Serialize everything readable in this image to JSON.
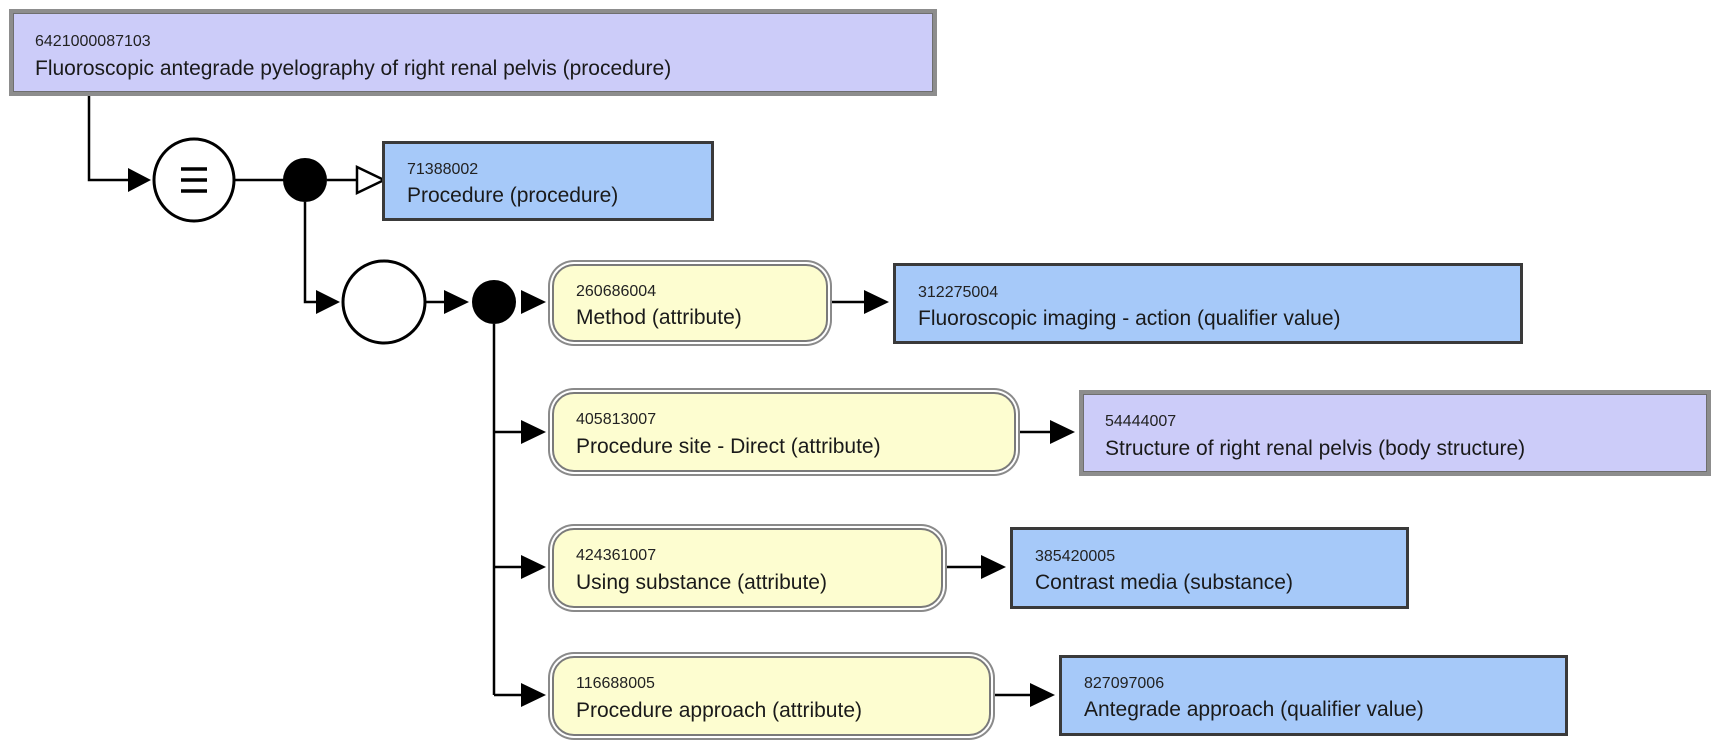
{
  "diagram": {
    "focus_concept": {
      "sctid": "6421000087103",
      "label": "Fluoroscopic antegrade pyelography of right renal pelvis (procedure)",
      "kind": "defined",
      "color": "#ccccf9"
    },
    "definition_status_symbol": "equivalent-to",
    "parent": {
      "sctid": "71388002",
      "label": "Procedure (procedure)",
      "kind": "primitive",
      "color": "#a6c9f9"
    },
    "group_symbol": "attribute-group",
    "attributes": [
      {
        "attribute": {
          "sctid": "260686004",
          "label": "Method (attribute)"
        },
        "value": {
          "sctid": "312275004",
          "label": "Fluoroscopic imaging - action (qualifier value)",
          "kind": "primitive"
        }
      },
      {
        "attribute": {
          "sctid": "405813007",
          "label": "Procedure site - Direct (attribute)"
        },
        "value": {
          "sctid": "54444007",
          "label": "Structure of right renal pelvis (body structure)",
          "kind": "defined"
        }
      },
      {
        "attribute": {
          "sctid": "424361007",
          "label": "Using substance (attribute)"
        },
        "value": {
          "sctid": "385420005",
          "label": "Contrast media (substance)",
          "kind": "primitive"
        }
      },
      {
        "attribute": {
          "sctid": "116688005",
          "label": "Procedure approach (attribute)"
        },
        "value": {
          "sctid": "827097006",
          "label": "Antegrade approach (qualifier value)",
          "kind": "primitive"
        }
      }
    ],
    "colors": {
      "defined_fill": "#ccccf9",
      "primitive_fill": "#a6c9f9",
      "attribute_fill": "#fdfdd0",
      "line": "#000000"
    }
  }
}
